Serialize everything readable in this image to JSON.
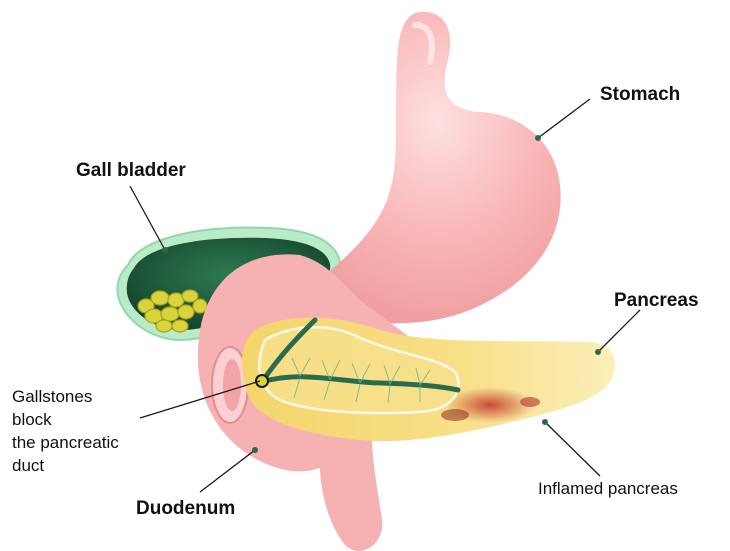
{
  "labels": {
    "stomach": "Stomach",
    "gall_bladder": "Gall bladder",
    "pancreas": "Pancreas",
    "gallstones": [
      "Gallstones",
      "block",
      "the pancreatic",
      "duct"
    ],
    "duodenum": "Duodenum",
    "inflamed": "Inflamed pancreas"
  },
  "colors": {
    "stomach": "#f7a9aa",
    "stomach_light": "#fcd3d3",
    "gall_bladder_wall": "#9ce0b2",
    "gall_bladder_bile": "#1d5a3a",
    "gallstone": "#d4d23a",
    "pancreas": "#f3d86a",
    "pancreas_light": "#fbeeb6",
    "inflammation": "#c23b2c",
    "duct": "#2a6b4d",
    "leader_line": "#1a1a1a"
  }
}
